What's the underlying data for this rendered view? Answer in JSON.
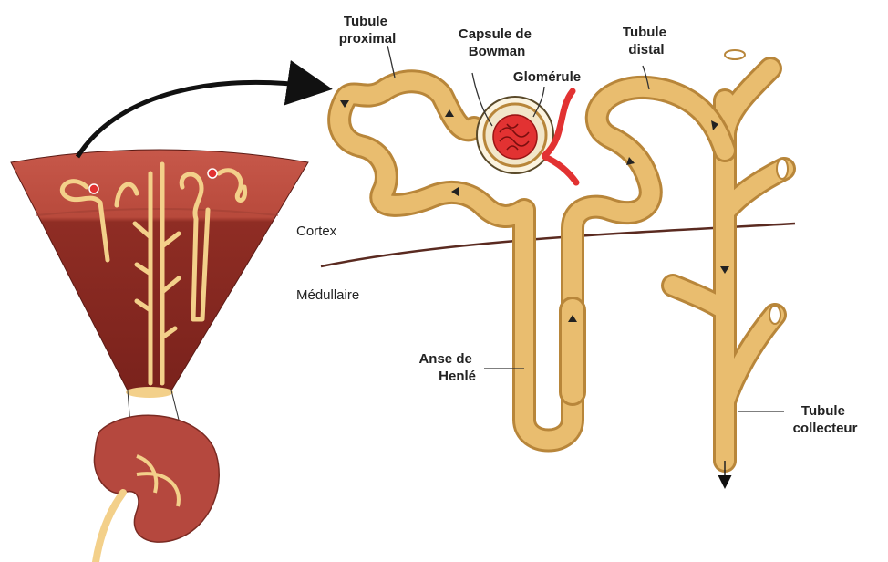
{
  "labels": {
    "tubule_proximal": [
      "Tubule",
      "proximal"
    ],
    "capsule_bowman": [
      "Capsule de",
      "Bowman"
    ],
    "glomerule": "Glomérule",
    "tubule_distal": [
      "Tubule",
      "distal"
    ],
    "cortex": "Cortex",
    "medullaire": "Médullaire",
    "anse_henle": [
      "Anse de",
      "Henlé"
    ],
    "tubule_collecteur": [
      "Tubule",
      "collecteur"
    ]
  },
  "colors": {
    "tubule_fill": "#e6b765",
    "tubule_edge": "#b8863a",
    "cortex_tissue": "#b8483a",
    "medulla_tissue": "#8c2a22",
    "glomerulus": "#e23232",
    "kidney": "#b5483e"
  }
}
